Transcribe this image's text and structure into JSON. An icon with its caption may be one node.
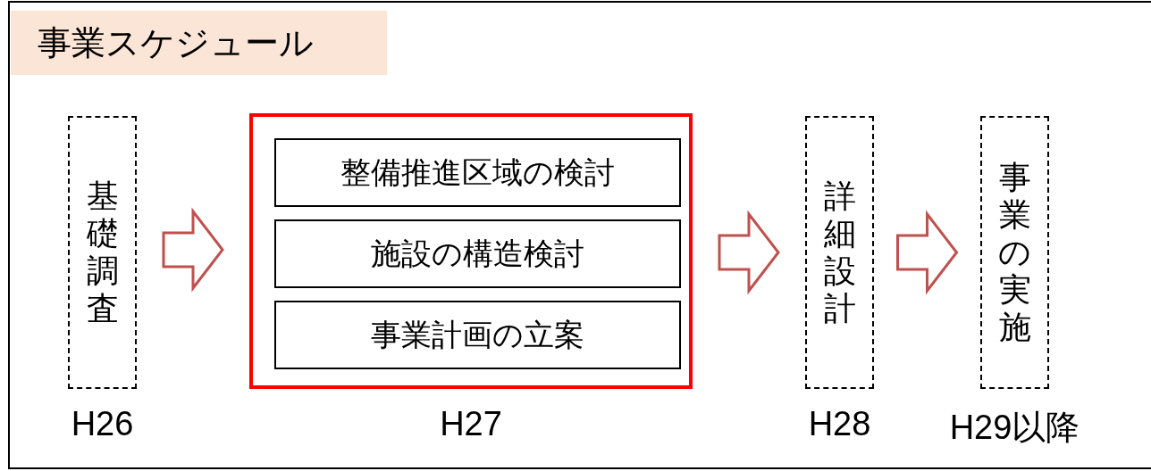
{
  "diagram": {
    "title": "事業スケジュール",
    "nodes": [
      {
        "text": [
          "基礎調査"
        ],
        "beside": [
          "H26"
        ]
      },
      {
        "text": [],
        "shape": "box",
        "beside": [
          "H27"
        ]
      },
      {
        "text": [
          "整備推進区域の検討"
        ],
        "in": 1
      },
      {
        "text": [
          "施設の構造検討"
        ],
        "in": 1
      },
      {
        "text": [
          "事業計画の立案"
        ],
        "in": 1
      },
      {
        "text": [
          "詳細設計"
        ],
        "beside": [
          "H28"
        ]
      },
      {
        "text": [
          "事業の実施"
        ],
        "beside": [
          "H29以降"
        ]
      }
    ],
    "edges": [
      {
        "from": 0,
        "to": 1,
        "arrow": "to"
      },
      {
        "from": 1,
        "to": 5,
        "arrow": "to"
      },
      {
        "from": 5,
        "to": 6,
        "arrow": "to"
      }
    ]
  }
}
